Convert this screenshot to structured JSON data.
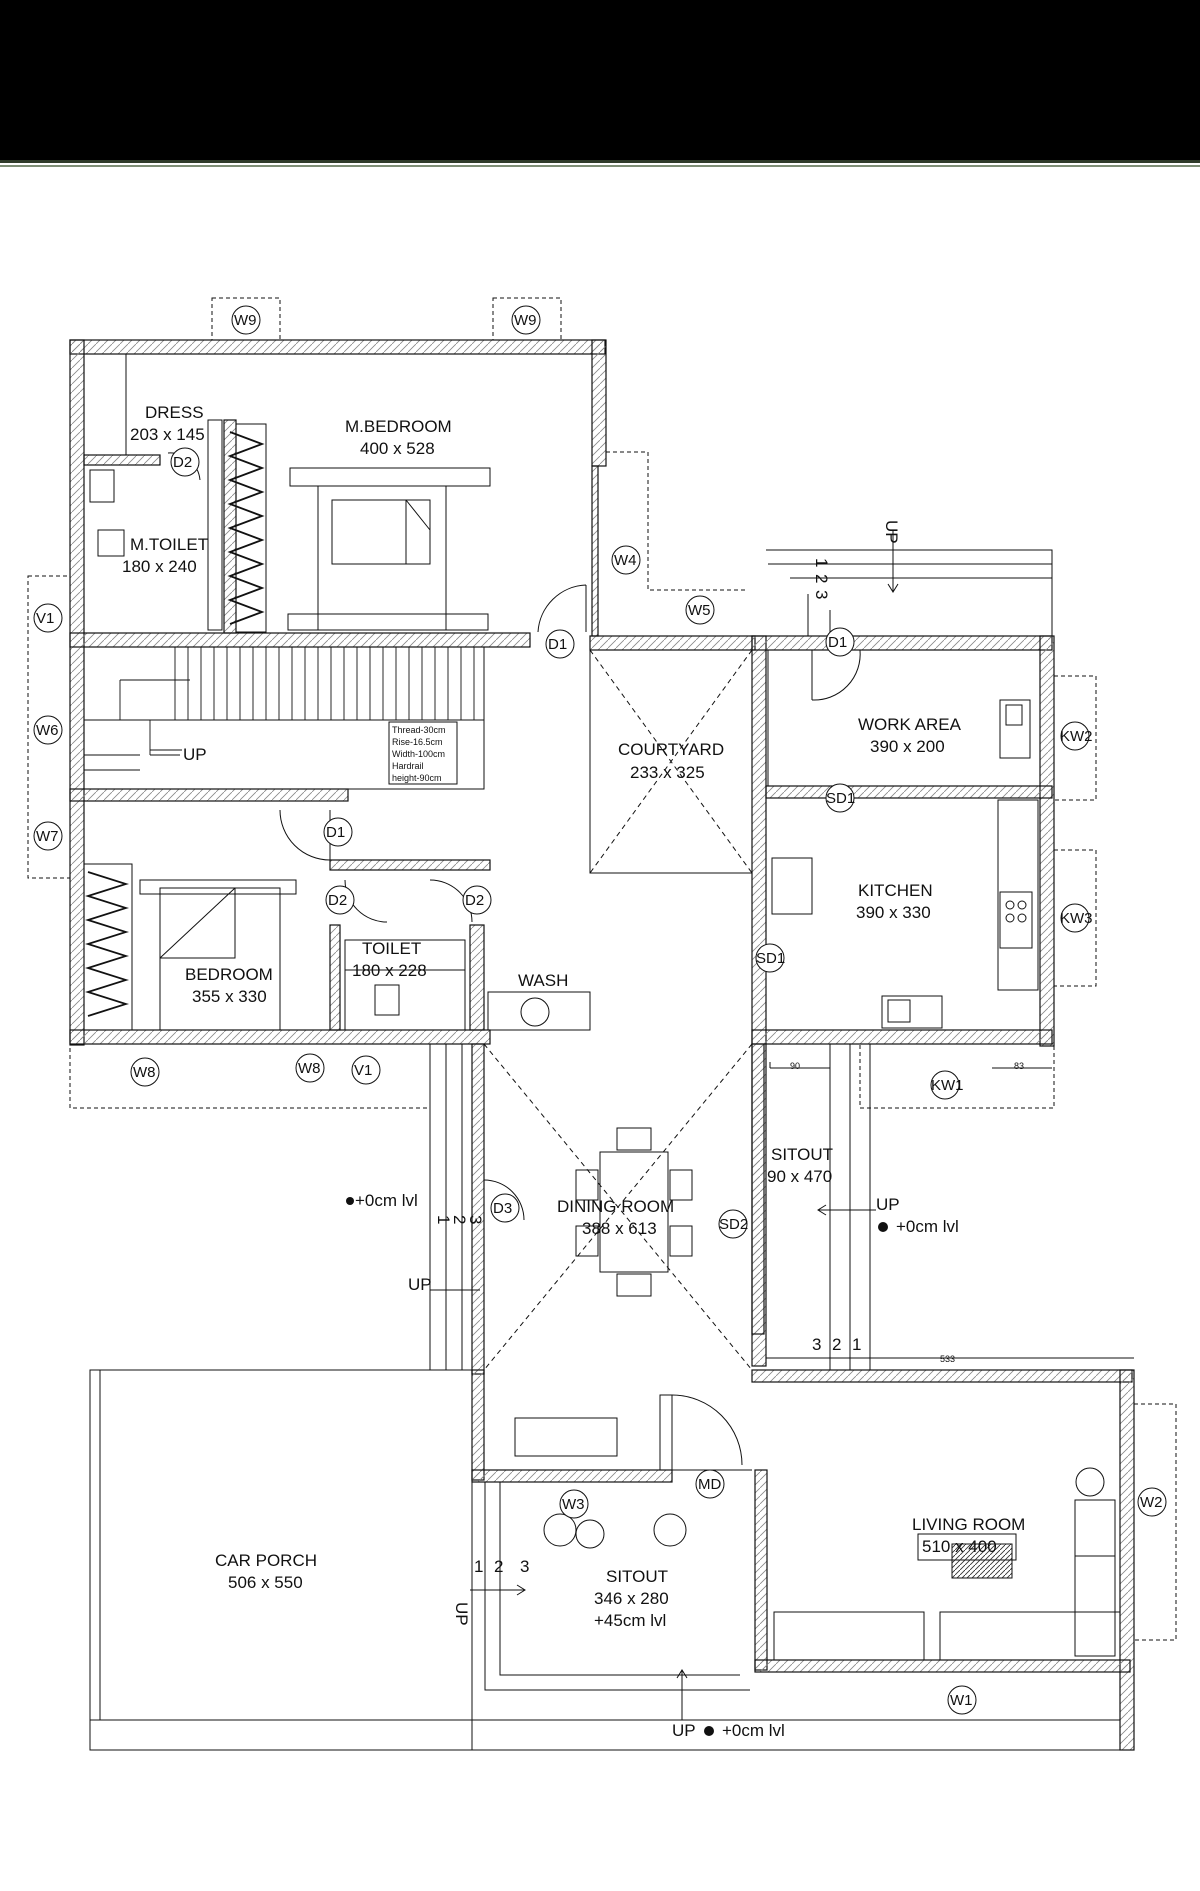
{
  "rooms": {
    "dress": {
      "name": "DRESS",
      "size": "203 x 145"
    },
    "mbedroom": {
      "name": "M.BEDROOM",
      "size": "400 x 528"
    },
    "mtoilet": {
      "name": "M.TOILET",
      "size": "180 x 240"
    },
    "courtyard": {
      "name": "COURTYARD",
      "size": "233 x 325"
    },
    "workarea": {
      "name": "WORK AREA",
      "size": "390 x 200"
    },
    "kitchen": {
      "name": "KITCHEN",
      "size": "390 x 330"
    },
    "bedroom": {
      "name": "BEDROOM",
      "size": "355 x 330"
    },
    "toilet": {
      "name": "TOILET",
      "size": "180 x 228"
    },
    "wash": {
      "name": "WASH"
    },
    "dining": {
      "name": "DINING ROOM",
      "size": "388 x 613"
    },
    "sitout_side": {
      "name": "SITOUT",
      "size": "90 x 470"
    },
    "carporch": {
      "name": "CAR PORCH",
      "size": "506 x 550"
    },
    "sitout_front": {
      "name": "SITOUT",
      "size": "346 x 280",
      "level": "+45cm lvl"
    },
    "living": {
      "name": "LIVING ROOM",
      "size": "510 x 400"
    }
  },
  "stair_note": [
    "Thread-30cm",
    "Rise-16.5cm",
    "Width-100cm",
    "Hardrail",
    "height-90cm"
  ],
  "tags": {
    "w9": "W9",
    "w4": "W4",
    "w5": "W5",
    "w6": "W6",
    "w7": "W7",
    "w8": "W8",
    "w3": "W3",
    "w2": "W2",
    "w1": "W1",
    "v1": "V1",
    "d1": "D1",
    "d2": "D2",
    "d3": "D3",
    "sd1": "SD1",
    "sd2": "SD2",
    "kw1": "KW1",
    "kw2": "KW2",
    "kw3": "KW3",
    "md": "MD"
  },
  "levels": {
    "zero": "+0cm lvl"
  },
  "misc": {
    "up": "UP",
    "step1": "1",
    "step2": "2",
    "step3": "3"
  },
  "dims": {
    "d90": "90",
    "d83": "83",
    "d533": "533"
  }
}
